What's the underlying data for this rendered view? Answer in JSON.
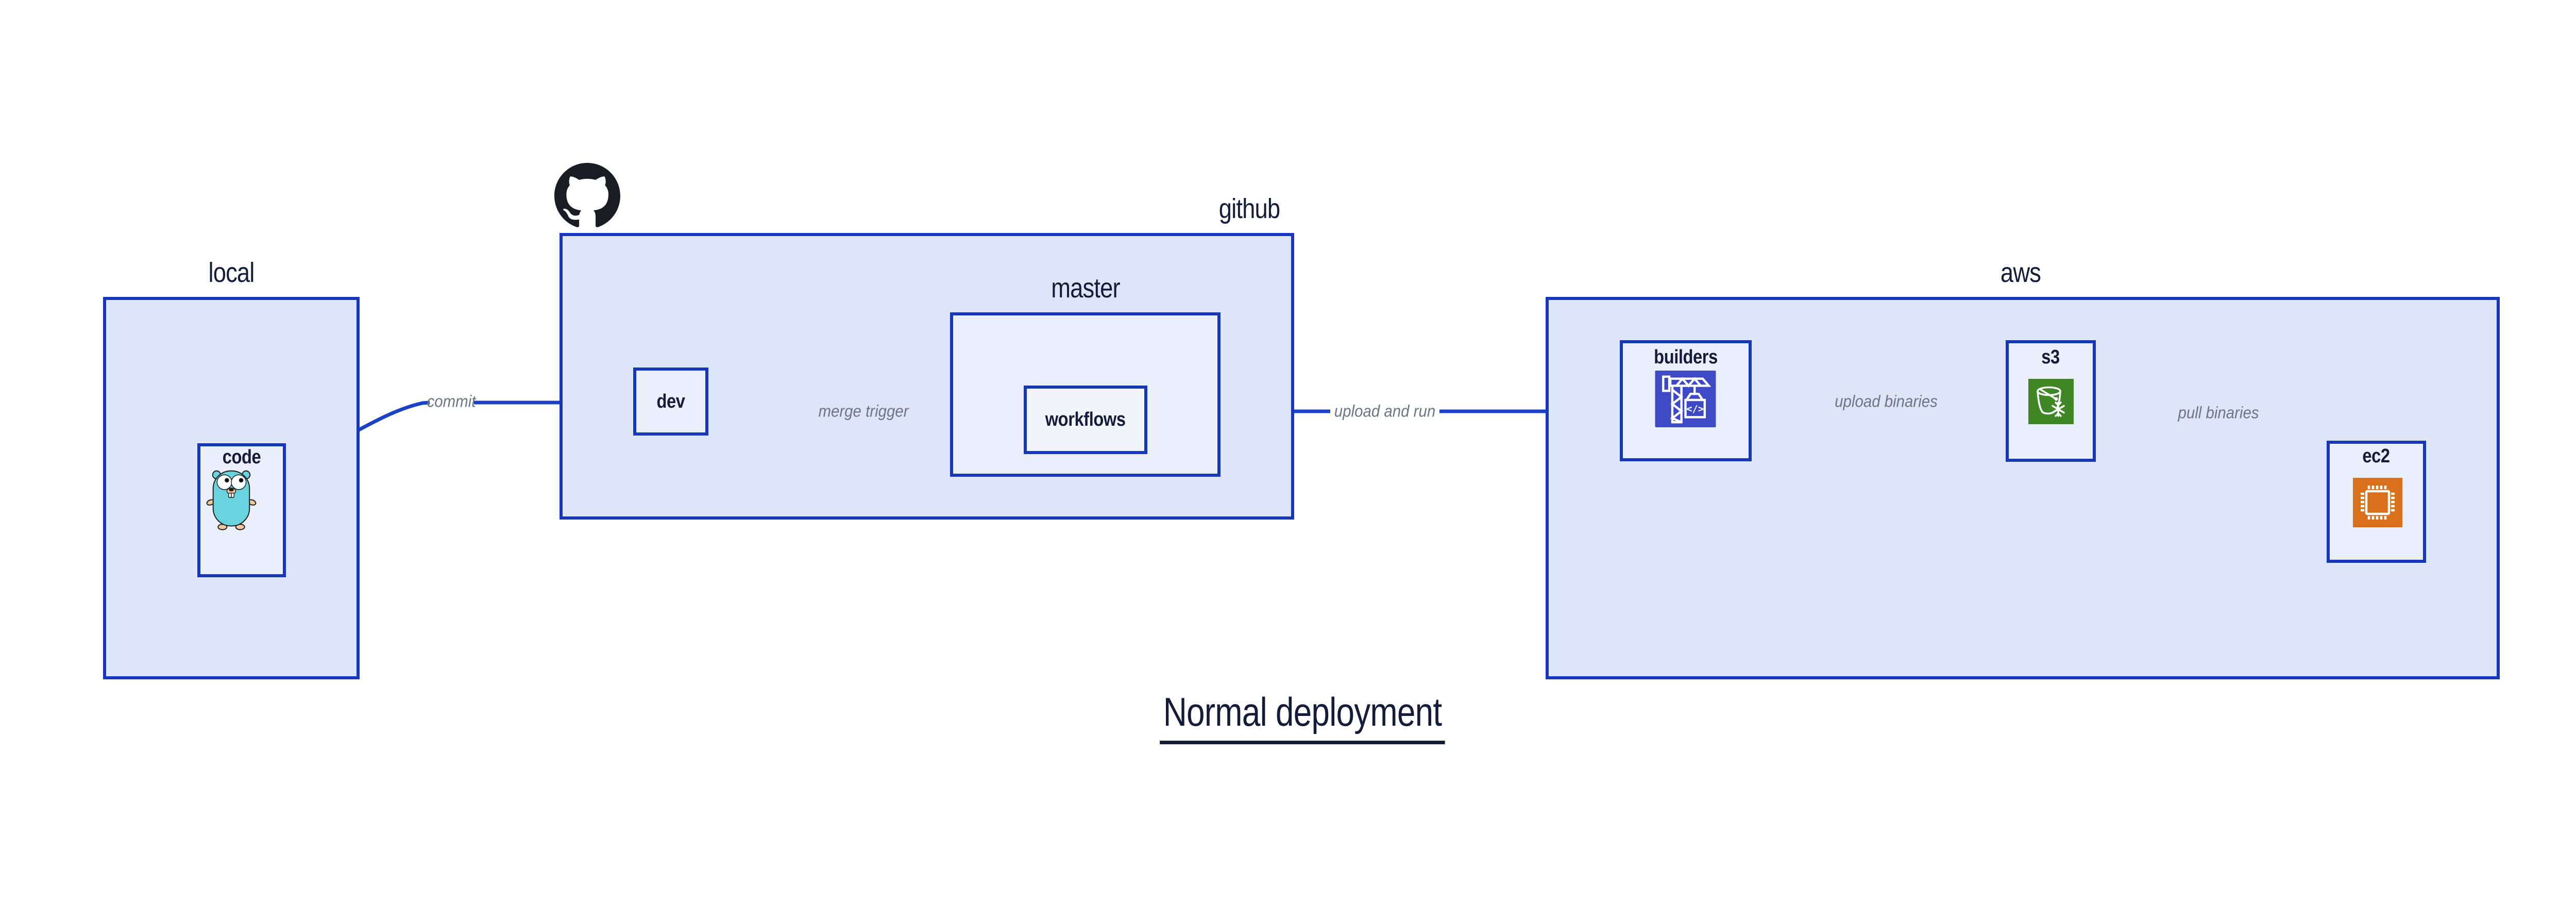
{
  "title": "Normal deployment",
  "groups": {
    "local": {
      "label": "local"
    },
    "github": {
      "label": "github"
    },
    "master": {
      "label": "master"
    },
    "aws": {
      "label": "aws"
    }
  },
  "nodes": {
    "code": {
      "label": "code"
    },
    "dev": {
      "label": "dev"
    },
    "workflows": {
      "label": "workflows"
    },
    "builders": {
      "label": "builders"
    },
    "s3": {
      "label": "s3"
    },
    "ec2": {
      "label": "ec2"
    }
  },
  "edges": {
    "commit": "commit",
    "merge_trigger": "merge trigger",
    "upload_and_run": "upload and run",
    "upload_binaries": "upload binaries",
    "pull_binaries": "pull binaries"
  },
  "icons": {
    "github": "github-octocat-icon",
    "code": "go-gopher-icon",
    "builders": "codebuild-crane-icon",
    "s3": "s3-glacier-bucket-icon",
    "ec2": "ec2-chip-icon"
  },
  "colors": {
    "canvas_bg": "#ffffff",
    "group_fill": "#dfe5f9",
    "node_fill": "#ebeffb",
    "inner_node_fill": "#f3f5fd",
    "border_blue": "#1638b8",
    "arrow_blue": "#1b41c6",
    "text_navy": "#141c39",
    "edge_label_gray": "#6d7584",
    "codebuild_indigo": "#3e49c6",
    "s3_green": "#3f8624",
    "ec2_orange": "#d9711c",
    "octocat_black": "#191d23",
    "gopher_teal": "#68d3dd",
    "gopher_skin": "#f0c9a0"
  }
}
